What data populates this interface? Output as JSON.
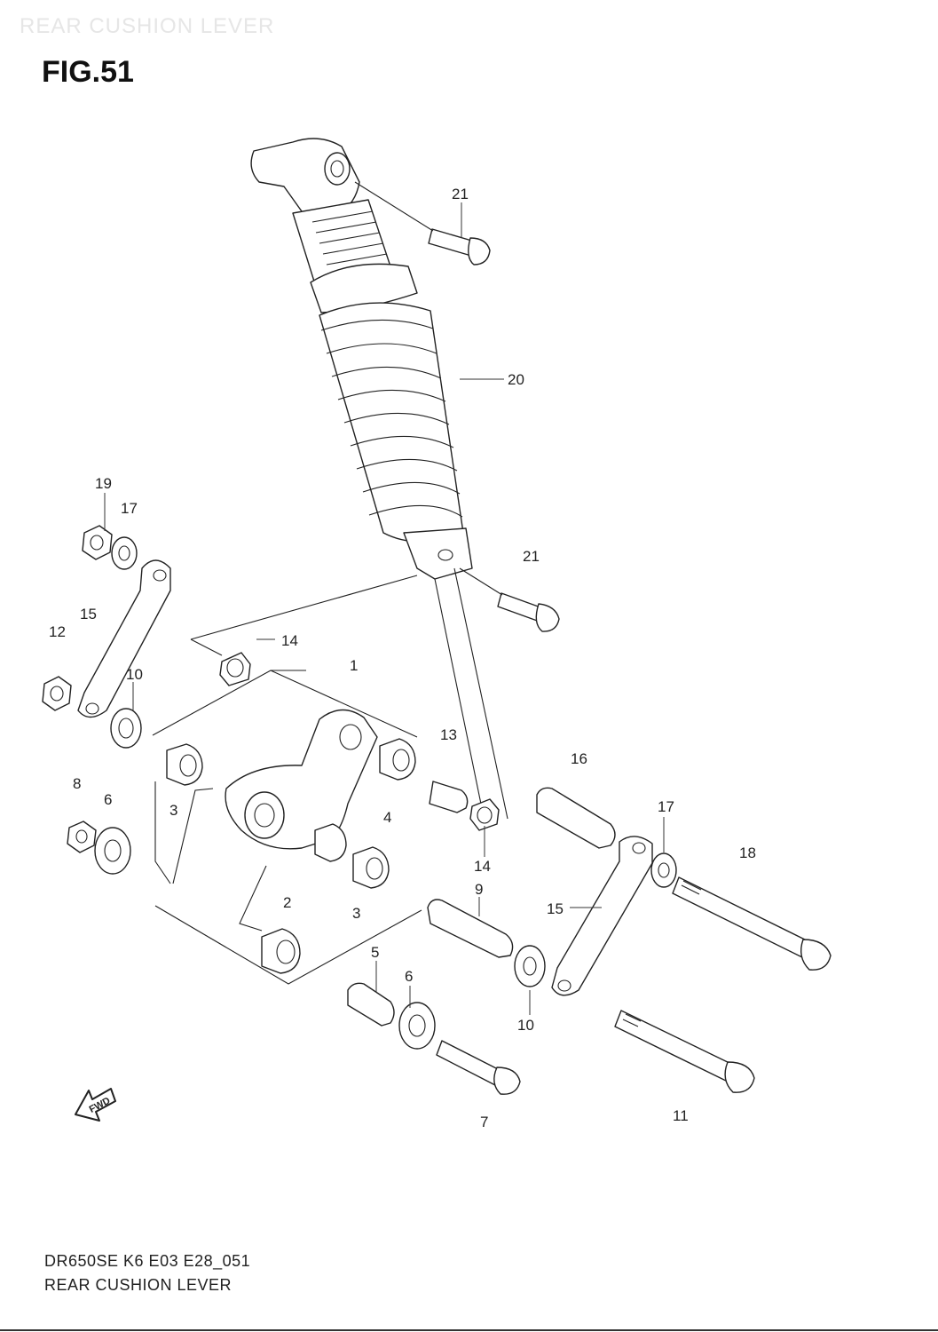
{
  "header": {
    "faint_title": "REAR CUSHION LEVER",
    "figure_label": "FIG.51"
  },
  "footer": {
    "code": "DR650SE K6 E03 E28_051",
    "name": "REAR CUSHION LEVER"
  },
  "fwd_badge": "FWD",
  "callouts": [
    {
      "id": "c21a",
      "label": "21"
    },
    {
      "id": "c20",
      "label": "20"
    },
    {
      "id": "c19",
      "label": "19"
    },
    {
      "id": "c17a",
      "label": "17"
    },
    {
      "id": "c21b",
      "label": "21"
    },
    {
      "id": "c15a",
      "label": "15"
    },
    {
      "id": "c12",
      "label": "12"
    },
    {
      "id": "c14a",
      "label": "14"
    },
    {
      "id": "c1",
      "label": "1"
    },
    {
      "id": "c10a",
      "label": "10"
    },
    {
      "id": "c13",
      "label": "13"
    },
    {
      "id": "c16",
      "label": "16"
    },
    {
      "id": "c8",
      "label": "8"
    },
    {
      "id": "c6a",
      "label": "6"
    },
    {
      "id": "c3a",
      "label": "3"
    },
    {
      "id": "c4",
      "label": "4"
    },
    {
      "id": "c17b",
      "label": "17"
    },
    {
      "id": "c14b",
      "label": "14"
    },
    {
      "id": "c18",
      "label": "18"
    },
    {
      "id": "c9",
      "label": "9"
    },
    {
      "id": "c2",
      "label": "2"
    },
    {
      "id": "c3b",
      "label": "3"
    },
    {
      "id": "c15b",
      "label": "15"
    },
    {
      "id": "c5",
      "label": "5"
    },
    {
      "id": "c6b",
      "label": "6"
    },
    {
      "id": "c10b",
      "label": "10"
    },
    {
      "id": "c7",
      "label": "7"
    },
    {
      "id": "c11",
      "label": "11"
    }
  ]
}
